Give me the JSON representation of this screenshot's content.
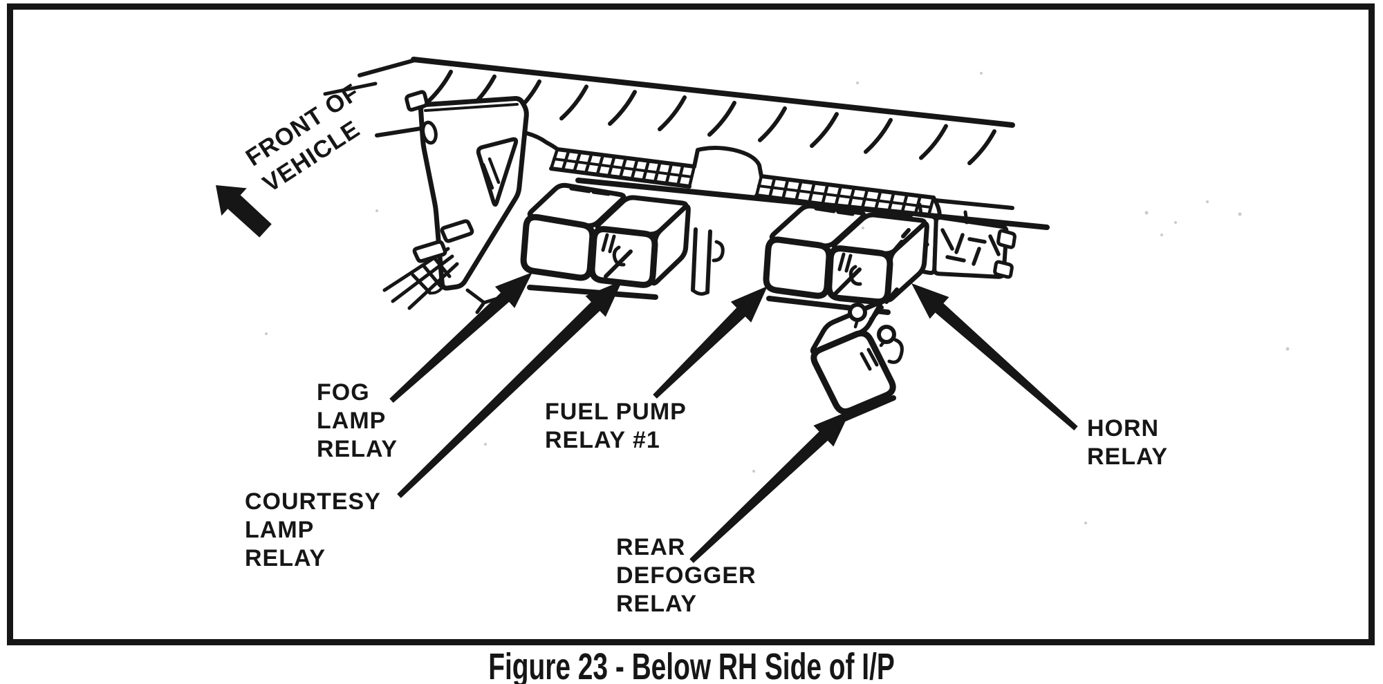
{
  "page": {
    "colors": {
      "ink": "#161616",
      "paper": "#ffffff"
    }
  },
  "figure": {
    "caption": "Figure 23 - Below RH Side of I/P",
    "orientation": {
      "lines": [
        "FRONT OF",
        "VEHICLE"
      ]
    },
    "labels": [
      {
        "id": "fog-lamp-relay",
        "lines": [
          "FOG",
          "LAMP",
          "RELAY"
        ]
      },
      {
        "id": "courtesy-lamp-relay",
        "lines": [
          "COURTESY",
          "LAMP",
          "RELAY"
        ]
      },
      {
        "id": "fuel-pump-relay-1",
        "lines": [
          "FUEL PUMP",
          "RELAY #1"
        ]
      },
      {
        "id": "rear-defogger-relay",
        "lines": [
          "REAR",
          "DEFOGGER",
          "RELAY"
        ]
      },
      {
        "id": "horn-relay",
        "lines": [
          "HORN",
          "RELAY"
        ]
      }
    ]
  }
}
